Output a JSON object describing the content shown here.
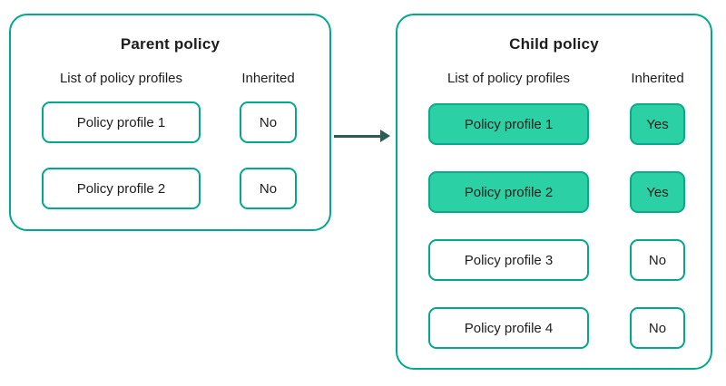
{
  "colors": {
    "accent_border": "#00a88e",
    "highlight_fill": "#2bd1a5",
    "arrow": "#2a5d54",
    "text": "#1d1d1b"
  },
  "parent": {
    "title": "Parent policy",
    "col_profiles": "List of policy profiles",
    "col_inherited": "Inherited",
    "rows": [
      {
        "profile": "Policy profile 1",
        "inherited": "No"
      },
      {
        "profile": "Policy profile 2",
        "inherited": "No"
      }
    ]
  },
  "child": {
    "title": "Child policy",
    "col_profiles": "List of policy profiles",
    "col_inherited": "Inherited",
    "rows": [
      {
        "profile": "Policy profile 1",
        "inherited": "Yes"
      },
      {
        "profile": "Policy profile 2",
        "inherited": "Yes"
      },
      {
        "profile": "Policy profile 3",
        "inherited": "No"
      },
      {
        "profile": "Policy profile 4",
        "inherited": "No"
      }
    ]
  }
}
